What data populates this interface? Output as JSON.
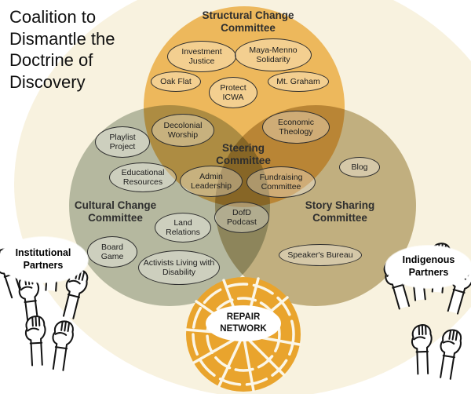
{
  "title": "Coalition to Dismantle the Doctrine of Discovery",
  "diagram": {
    "structural": {
      "label": "Structural Change Committee",
      "items": [
        "Investment Justice",
        "Maya-Menno Solidarity",
        "Oak Flat",
        "Protect ICWA",
        "Mt. Graham"
      ]
    },
    "cultural": {
      "label": "Cultural Change Committee",
      "items": [
        "Playlist Project",
        "Educational Resources",
        "Board Game",
        "Land Relations",
        "Activists Living with Disability"
      ]
    },
    "story": {
      "label": "Story Sharing Committee",
      "items": [
        "Blog",
        "Speaker's Bureau"
      ]
    },
    "steering": {
      "label": "Steering Committee",
      "items": [
        "Admin Leadership",
        "Fundraising Committee",
        "DofD Podcast"
      ]
    },
    "overlaps": {
      "cultural_structural": "Decolonial Worship",
      "structural_story": "Economic Theology"
    },
    "repair_network": "REPAIR NETWORK",
    "partners": {
      "left": "Institutional Partners",
      "right": "Indigenous Partners"
    }
  },
  "colors": {
    "structural_circle": "#f4bd5c",
    "cultural_circle": "#b4bdb0",
    "story_circle": "#c2b388",
    "repair_mosaic": "#e9a42d",
    "background_ellipse": "#f8f2df",
    "text": "#1d1d1d"
  }
}
